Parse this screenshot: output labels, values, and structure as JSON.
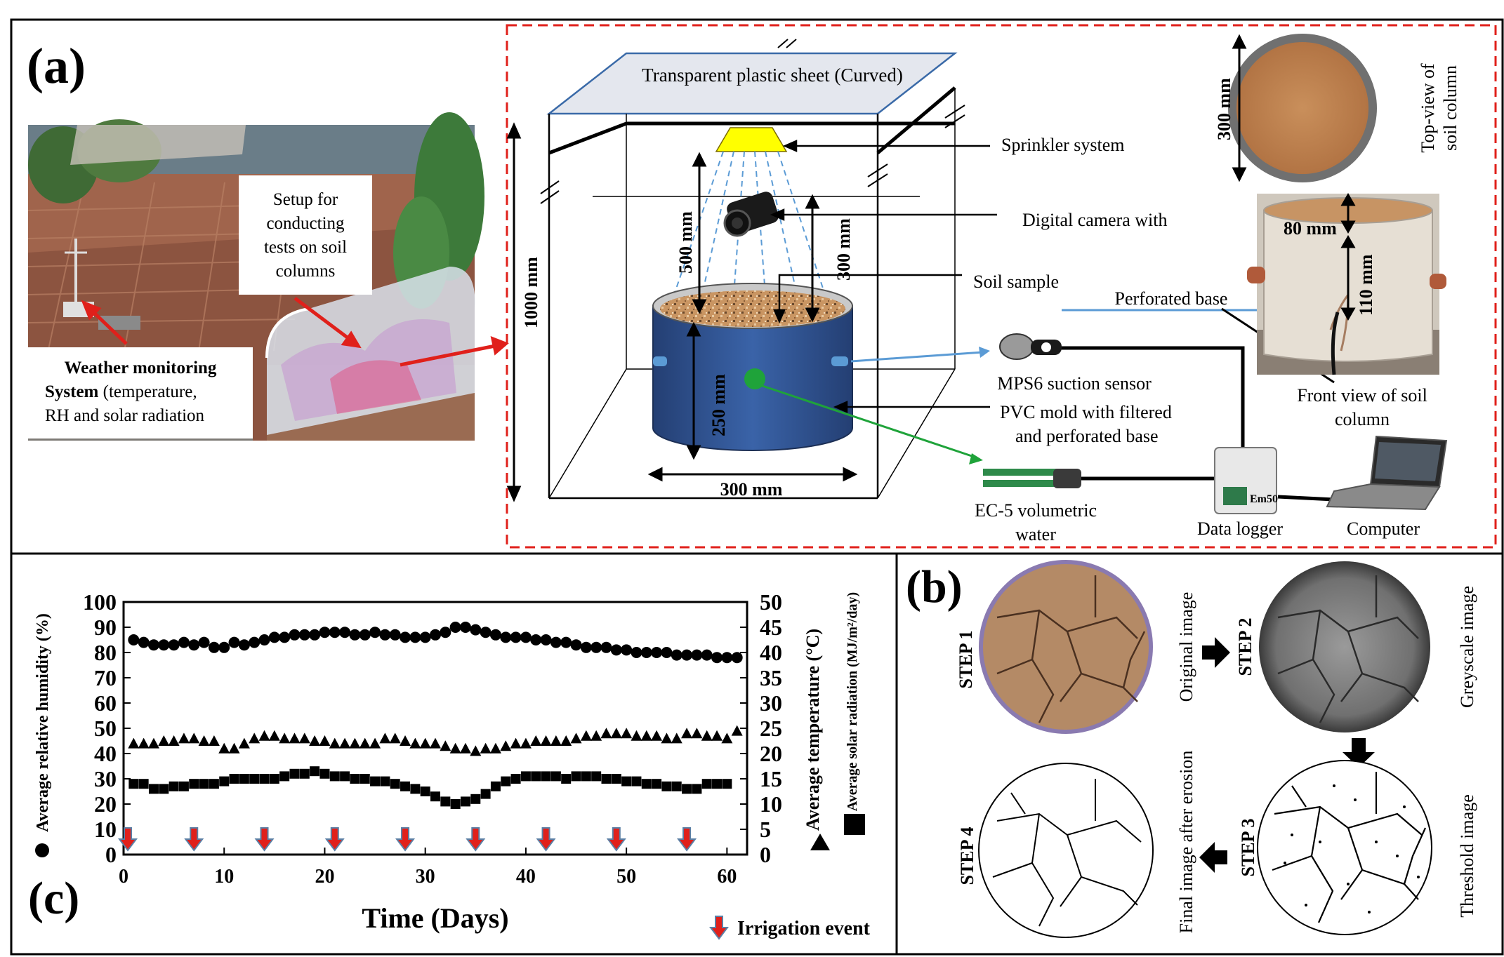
{
  "panels": {
    "a": {
      "label": "(a)",
      "photo": {
        "setup_label": [
          "Setup for",
          "conducting",
          "tests on soil",
          "columns"
        ],
        "weather_bold": [
          "Weather monitoring",
          "System"
        ],
        "weather_rest": [
          " (temperature,",
          "RH and solar radiation"
        ]
      },
      "schematic": {
        "sheet_label": "Transparent plastic sheet (Curved)",
        "sprinkler": "Sprinkler system",
        "camera": "Digital camera with",
        "soil_sample": "Soil sample",
        "perforated_base": "Perforated base",
        "dim_frame_height": "1000 mm",
        "dim_500": "500 mm",
        "dim_300_side": "300 mm",
        "dim_250": "250 mm",
        "dim_300_bottom": "300 mm",
        "mps6": "MPS6 suction sensor",
        "pvc": [
          "PVC mold with filtered",
          "and perforated base"
        ],
        "ec5": [
          "EC-5 volumetric",
          "water"
        ],
        "data_logger": "Data logger",
        "computer": "Computer",
        "logger_brand": "Em50"
      },
      "soil_column": {
        "dim_300": "300 mm",
        "top_view": [
          "Top-view of",
          "soil column"
        ],
        "dim_80": "80 mm",
        "dim_110": "110 mm",
        "front_view": [
          "Front view of soil",
          "column"
        ]
      }
    },
    "b": {
      "label": "(b)",
      "steps": [
        {
          "step": "STEP 1",
          "caption": "Original image"
        },
        {
          "step": "STEP 2",
          "caption": "Greyscale image"
        },
        {
          "step": "STEP 3",
          "caption": "Threshold image"
        },
        {
          "step": "STEP 4",
          "caption": "Final image after erosion"
        }
      ]
    },
    "c": {
      "label": "(c)",
      "legend_irrigation": "Irrigation event"
    }
  },
  "colors": {
    "dashed_border": "#e0201b",
    "mold_blue": "#2f5597",
    "soil_brown": "#c08a55",
    "sprinkler_yellow": "#ffff00",
    "sensor_line_blue": "#5b9bd5",
    "sensor_line_green": "#1fa33a",
    "irrigation_arrow_red": "#e0201b",
    "irrigation_arrow_outline": "#5b7fa5"
  },
  "chart_data": {
    "type": "scatter",
    "xlabel": "Time (Days)",
    "ylabel_left": "Average relative humidity (%)",
    "ylabel_right1": "Average temperature (°C)",
    "ylabel_right2": "Average solar radiation (MJ/m²/day)",
    "xlim": [
      0,
      62
    ],
    "ylim_left": [
      0,
      100
    ],
    "ylim_right": [
      0,
      50
    ],
    "x_ticks": [
      0,
      10,
      20,
      30,
      40,
      50,
      60
    ],
    "y_ticks_left": [
      0,
      10,
      20,
      30,
      40,
      50,
      60,
      70,
      80,
      90,
      100
    ],
    "y_ticks_right": [
      0,
      5,
      10,
      15,
      20,
      25,
      30,
      35,
      40,
      45,
      50
    ],
    "grid": false,
    "x": [
      1,
      2,
      3,
      4,
      5,
      6,
      7,
      8,
      9,
      10,
      11,
      12,
      13,
      14,
      15,
      16,
      17,
      18,
      19,
      20,
      21,
      22,
      23,
      24,
      25,
      26,
      27,
      28,
      29,
      30,
      31,
      32,
      33,
      34,
      35,
      36,
      37,
      38,
      39,
      40,
      41,
      42,
      43,
      44,
      45,
      46,
      47,
      48,
      49,
      50,
      51,
      52,
      53,
      54,
      55,
      56,
      57,
      58,
      59,
      60,
      61
    ],
    "series": [
      {
        "name": "Average relative humidity",
        "marker": "circle",
        "axis": "left",
        "values": [
          85,
          84,
          83,
          83,
          83,
          84,
          83,
          84,
          82,
          82,
          84,
          83,
          84,
          85,
          86,
          86,
          87,
          87,
          87,
          88,
          88,
          88,
          87,
          87,
          88,
          87,
          87,
          86,
          86,
          86,
          87,
          88,
          90,
          90,
          89,
          88,
          87,
          86,
          86,
          86,
          85,
          85,
          84,
          84,
          83,
          82,
          82,
          82,
          81,
          81,
          80,
          80,
          80,
          80,
          79,
          79,
          79,
          79,
          78,
          78,
          78
        ]
      },
      {
        "name": "Average temperature",
        "marker": "triangle",
        "axis": "right",
        "values": [
          22,
          22,
          22,
          22.5,
          22.5,
          23,
          23,
          22.5,
          22.5,
          21,
          21,
          22,
          23,
          23.5,
          23.5,
          23,
          23,
          23,
          22.5,
          22.5,
          22,
          22,
          22,
          22,
          22,
          23,
          23,
          22.5,
          22,
          22,
          22,
          21.5,
          21,
          21,
          20.5,
          21,
          21,
          21.5,
          22,
          22,
          22.5,
          22.5,
          22.5,
          22.5,
          23,
          23.5,
          23.5,
          24,
          24,
          24,
          23.5,
          23.5,
          23.5,
          23,
          23,
          24,
          24,
          23.5,
          23.5,
          23,
          24.5,
          24
        ]
      },
      {
        "name": "Average solar radiation",
        "marker": "square",
        "axis": "right",
        "values": [
          14,
          14,
          13,
          13,
          13.5,
          13.5,
          14,
          14,
          14,
          14.5,
          15,
          15,
          15,
          15,
          15,
          15.5,
          16,
          16,
          16.5,
          16,
          15.5,
          15.5,
          15,
          15,
          14.5,
          14.5,
          14,
          13.5,
          13,
          12.5,
          11.5,
          10.5,
          10,
          10.5,
          11,
          12,
          13.5,
          14.5,
          15,
          15.5,
          15.5,
          15.5,
          15.5,
          15,
          15.5,
          15.5,
          15.5,
          15,
          15,
          14.5,
          14.5,
          14,
          14,
          13.5,
          13.5,
          13,
          13,
          14,
          14,
          14
        ]
      }
    ],
    "irrigation_days": [
      0,
      7,
      14,
      21,
      28,
      35,
      42,
      49,
      56
    ]
  }
}
